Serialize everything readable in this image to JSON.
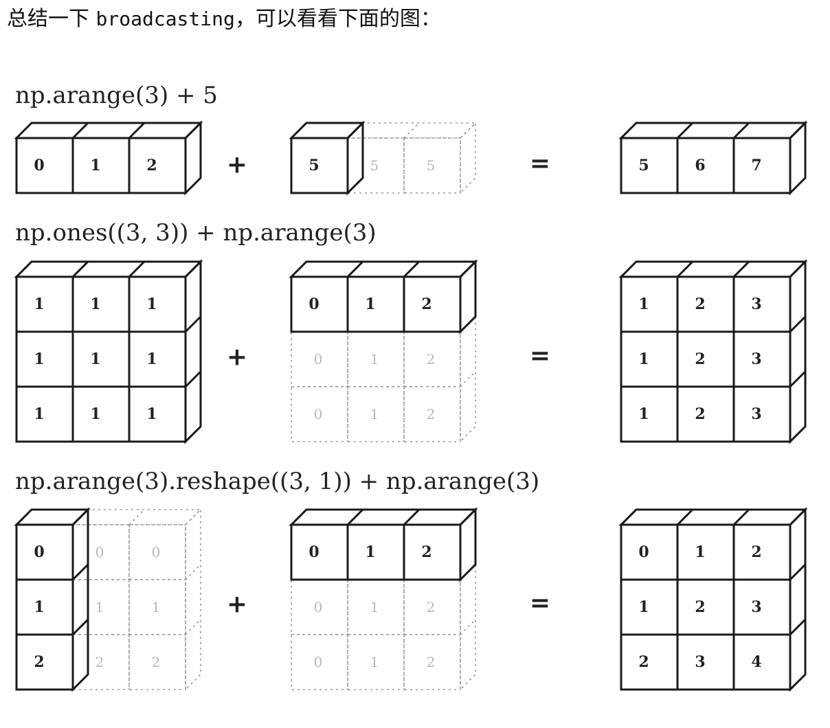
{
  "intro": {
    "prefix": "总结一下 ",
    "code": "broadcasting",
    "suffix": "，可以看看下面的图："
  },
  "examples": [
    {
      "expression": "np.arange(3) + 5",
      "operator_plus": "+",
      "operator_equals": "=",
      "left": {
        "rows": 1,
        "cols": 3,
        "values": [
          [
            "0",
            "1",
            "2"
          ]
        ],
        "ghost_values": []
      },
      "right": {
        "rows": 1,
        "cols": 1,
        "values": [
          [
            "5"
          ]
        ],
        "ghost_values": [
          [
            "",
            "5",
            "5"
          ]
        ]
      },
      "result": {
        "rows": 1,
        "cols": 3,
        "values": [
          [
            "5",
            "6",
            "7"
          ]
        ]
      }
    },
    {
      "expression": "np.ones((3, 3)) + np.arange(3)",
      "operator_plus": "+",
      "operator_equals": "=",
      "left": {
        "rows": 3,
        "cols": 3,
        "values": [
          [
            "1",
            "1",
            "1"
          ],
          [
            "1",
            "1",
            "1"
          ],
          [
            "1",
            "1",
            "1"
          ]
        ],
        "ghost_values": []
      },
      "right": {
        "rows": 1,
        "cols": 3,
        "values": [
          [
            "0",
            "1",
            "2"
          ]
        ],
        "ghost_values": [
          [
            "",
            "",
            ""
          ],
          [
            "0",
            "1",
            "2"
          ],
          [
            "0",
            "1",
            "2"
          ]
        ]
      },
      "result": {
        "rows": 3,
        "cols": 3,
        "values": [
          [
            "1",
            "2",
            "3"
          ],
          [
            "1",
            "2",
            "3"
          ],
          [
            "1",
            "2",
            "3"
          ]
        ]
      }
    },
    {
      "expression": "np.arange(3).reshape((3, 1)) + np.arange(3)",
      "operator_plus": "+",
      "operator_equals": "=",
      "left": {
        "rows": 3,
        "cols": 1,
        "values": [
          [
            "0"
          ],
          [
            "1"
          ],
          [
            "2"
          ]
        ],
        "ghost_values": [
          [
            "",
            "0",
            "0"
          ],
          [
            "",
            "1",
            "1"
          ],
          [
            "",
            "2",
            "2"
          ]
        ]
      },
      "right": {
        "rows": 1,
        "cols": 3,
        "values": [
          [
            "0",
            "1",
            "2"
          ]
        ],
        "ghost_values": [
          [
            "",
            "",
            ""
          ],
          [
            "0",
            "1",
            "2"
          ],
          [
            "0",
            "1",
            "2"
          ]
        ]
      },
      "result": {
        "rows": 3,
        "cols": 3,
        "values": [
          [
            "0",
            "1",
            "2"
          ],
          [
            "1",
            "2",
            "3"
          ],
          [
            "2",
            "3",
            "4"
          ]
        ]
      }
    }
  ],
  "colors": {
    "line": "#1a1a1a",
    "ghost_line": "#9a9a9a",
    "ghost_text": "#b8b8b8"
  }
}
